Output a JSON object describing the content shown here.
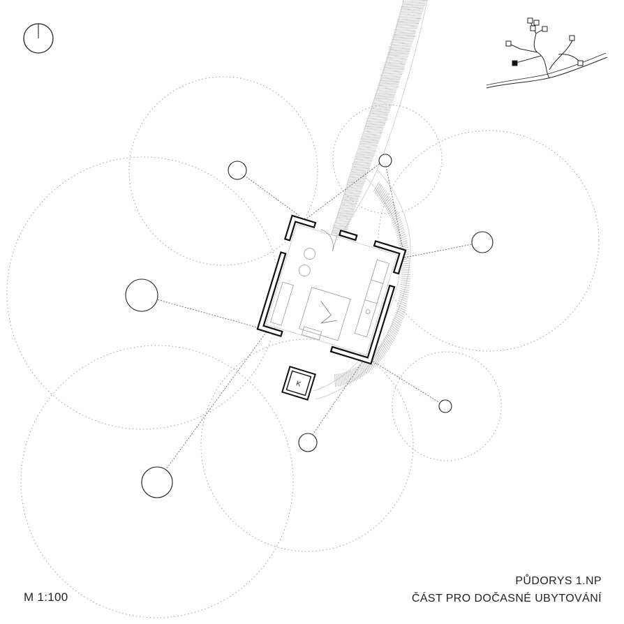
{
  "drawing": {
    "scale": "M 1:100",
    "title": "PŮDORYS 1.NP",
    "subtitle": "ČÁST PRO DOČASNÉ UBYTOVÁNÍ",
    "stove_label": "K"
  },
  "colors": {
    "line": "#222222",
    "dotted": "#9a9a9a",
    "hatch": "#b5b5b5",
    "background": "#ffffff"
  },
  "symbols": [
    "north-arrow-icon",
    "site-context-map",
    "tree",
    "tree-canopy",
    "stove",
    "bed",
    "path"
  ]
}
